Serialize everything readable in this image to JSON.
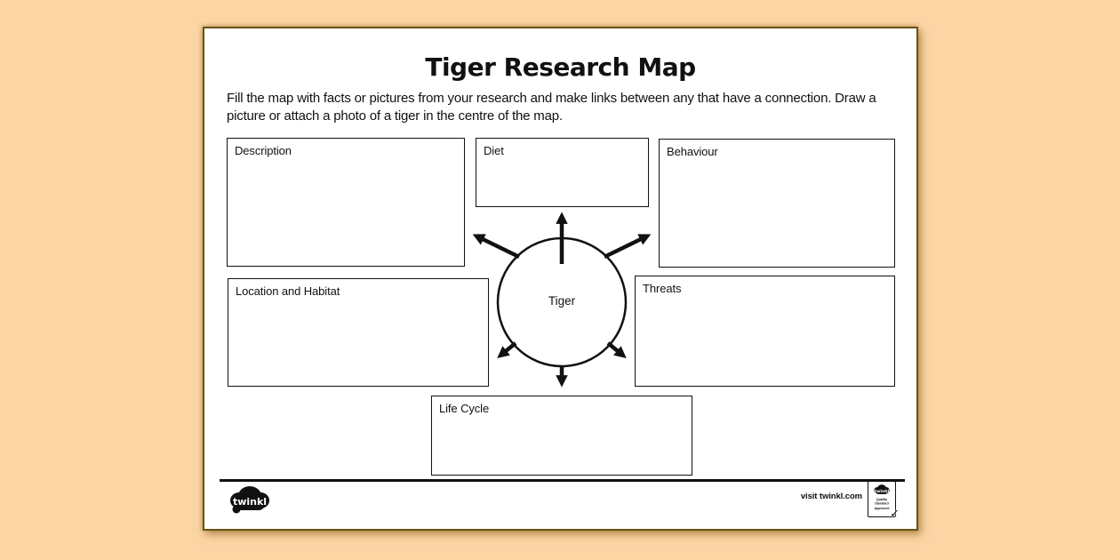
{
  "page": {
    "title": "Tiger Research Map",
    "instructions": "Fill the map with facts or pictures from your research and make links between any that have a connection. Draw a picture or attach a photo of a tiger in the centre of the map."
  },
  "map": {
    "center_label": "Tiger",
    "boxes": {
      "description": "Description",
      "diet": "Diet",
      "behaviour": "Behaviour",
      "location": "Location and Habitat",
      "threats": "Threats",
      "life_cycle": "Life Cycle"
    }
  },
  "footer": {
    "brand": "twinkl",
    "visit": "visit twinkl.com",
    "badge_brand": "twinkl",
    "badge_line1": "Quality Standard",
    "badge_line2": "Approved",
    "badge_check": "✓"
  },
  "colors": {
    "background": "#fbd5a4",
    "paper": "#ffffff",
    "paper_border": "#6a5214",
    "ink": "#111111"
  }
}
